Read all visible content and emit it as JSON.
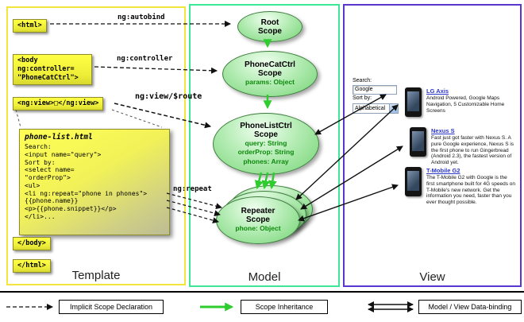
{
  "template_panel": {
    "label": "Template",
    "tags": {
      "html_open": "<html>",
      "body_open": "<body\nng:controller=\n\"PhoneCatCtrl\">",
      "ng_view": "<ng:view>□</ng:view>",
      "body_close": "</body>",
      "html_close": "</html>"
    },
    "phone_list": {
      "title": "phone-list.html",
      "code": "Search:\n<input name=\"query\">\nSort by:\n<select name=\n\"orderProp\">\n<ul>\n<li ng:repeat=\"phone in phones\">\n{{phone.name}}\n<p>{{phone.snippet}}</p>\n</li>..."
    }
  },
  "arrows": {
    "ng_autobind": "ng:autobind",
    "ng_controller": "ng:controller",
    "ng_view_route": "ng:view/$route",
    "ng_repeat": "ng:repeat"
  },
  "model_panel": {
    "label": "Model",
    "scopes": [
      {
        "title": "Root\nScope",
        "props": []
      },
      {
        "title": "PhoneCatCtrl\nScope",
        "props": [
          "params: Object"
        ]
      },
      {
        "title": "PhoneListCtrl\nScope",
        "props": [
          "query: String",
          "orderProp: String",
          "phones: Array"
        ]
      },
      {
        "title": "Repeater\nScope",
        "props": [
          "phone: Object"
        ]
      }
    ]
  },
  "view_panel": {
    "label": "View",
    "search_label": "Search:",
    "search_value": "Google",
    "sort_label": "Sort by:",
    "sort_value": "Alphabetical",
    "icons": {
      "dropdown_arrow": "▼"
    },
    "phones": [
      {
        "name": "LG Axis",
        "desc": "Android Powered, Google Maps Navigation, 5 Customizable Home Screens"
      },
      {
        "name": "Nexus S",
        "desc": "Fast just got faster with Nexus S. A pure Google experience, Nexus S is the first phone to run Gingerbread (Android 2.3), the fastest version of Android yet."
      },
      {
        "name": "T-Mobile G2",
        "desc": "The T-Mobile G2 with Google is the first smartphone built for 4G speeds on T-Mobile's new network. Get the information you need, faster than you ever thought possible."
      }
    ]
  },
  "legend": [
    {
      "label": "Implicit Scope Declaration"
    },
    {
      "label": "Scope Inheritance"
    },
    {
      "label": "Model / View Data-binding"
    }
  ],
  "colors": {
    "template_border": "#f2e63c",
    "model_border": "#3ce896",
    "view_border": "#5a35cf",
    "tag_fill": "#ffff44",
    "scope_border": "#3f7d3f",
    "scope_text": "#0b8a0b",
    "inheritance_green": "#2ecc2e",
    "link_blue": "#2a36c8"
  }
}
